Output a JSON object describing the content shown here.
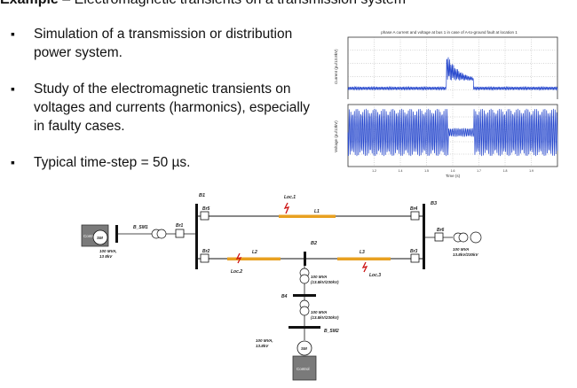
{
  "heading": {
    "strong": "Example",
    "rest": " – Electromagnetic transients on a transmission system"
  },
  "bullets": [
    "Simulation of a transmission or distribution power system.",
    "Study of the electromagnetic transients on voltages and currents (harmonics), especially in faulty cases.",
    "Typical time-step = 50 µs."
  ],
  "chart_data": [
    {
      "type": "line",
      "title": "phase A current and voltage at bus 1 in case of A-to-ground fault at location 1",
      "ylabel": "Current (pu/13.8kV)",
      "xlabel": "",
      "xticks": [
        "1.2",
        "1.4",
        "1.5",
        "1.6",
        "1.7",
        "1.8",
        "1.9"
      ],
      "grid": true,
      "series": [
        {
          "values_description_free": true,
          "x": [
            1.0,
            1.49,
            1.5,
            1.52,
            1.55,
            1.58,
            1.6,
            1.65,
            1.9
          ],
          "y": [
            0.1,
            0.1,
            0.9,
            0.6,
            0.45,
            0.35,
            0.1,
            0.12,
            0.1
          ]
        }
      ]
    },
    {
      "type": "line",
      "ylabel": "Voltage (pu/13kV)",
      "xlabel": "Time (s)",
      "xticks": [
        "1.2",
        "1.4",
        "1.5",
        "1.6",
        "1.7",
        "1.8",
        "1.9"
      ],
      "grid": true,
      "series": [
        {
          "x": [
            1.0,
            1.49,
            1.5,
            1.6,
            1.61,
            1.9
          ],
          "y": [
            1.0,
            1.0,
            0.25,
            0.25,
            1.0,
            1.0
          ]
        }
      ]
    }
  ],
  "diagram": {
    "buses": {
      "b1": "B1",
      "b2": "B2",
      "b3": "B3",
      "b4": "B4",
      "bsm1": "B_SM1",
      "bsm2": "B_SM2"
    },
    "breakers": {
      "br1": "Br1",
      "br2": "Br2",
      "br3": "Br3",
      "br4": "Br4",
      "br5": "Br5",
      "br6": "Br6"
    },
    "lines": {
      "l1": "L1",
      "l2": "L2",
      "l3": "L3"
    },
    "faults": {
      "loc1": "Loc.1",
      "loc2": "Loc.2",
      "loc3": "Loc.3"
    },
    "sources": {
      "control": "Control",
      "sm": "SM"
    },
    "ratings": {
      "gen1_a": "100 MVA,",
      "gen1_b": "13 8kV",
      "xf_top_a": "100 MVA",
      "xf_top_b": "(13.8kV/230kV)",
      "xf_mid_a": "100 MVA",
      "xf_mid_b": "(13.8kV/230kV)",
      "gen2_a": "100 MVA,",
      "gen2_b": "13.8kV",
      "grid_a": "100 MVA",
      "grid_b": "13.8kV/230kV"
    },
    "colors": {
      "line": "#e8a020",
      "fault": "#cc1111",
      "box": "#7a7a7a"
    }
  }
}
